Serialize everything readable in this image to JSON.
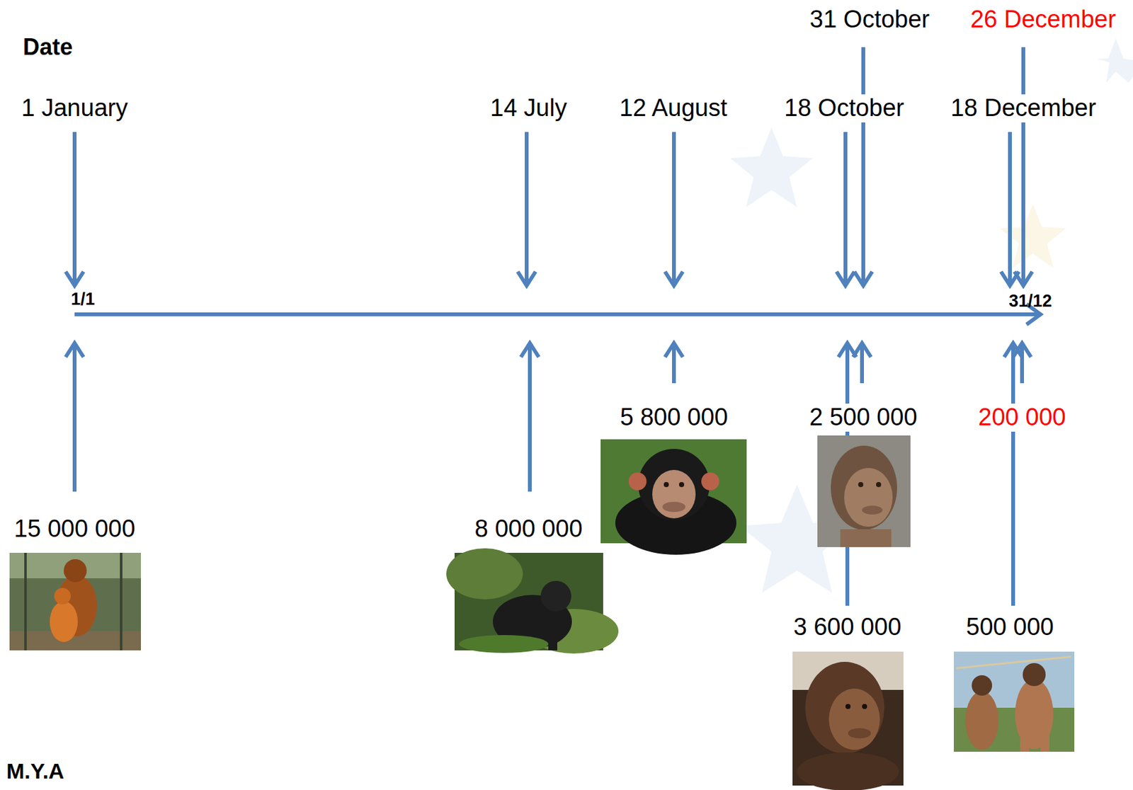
{
  "diagram": {
    "labels": [
      "Date",
      "31 October",
      "26 December",
      "1 January",
      "14 July",
      "12 August",
      "18 October",
      "18 December",
      "1/1",
      "31/12",
      "5 800 000",
      "2 500 000",
      "200 000",
      "15 000 000",
      "8 000 000",
      "3 600 000",
      "500 000",
      "M.Y.A"
    ]
  }
}
